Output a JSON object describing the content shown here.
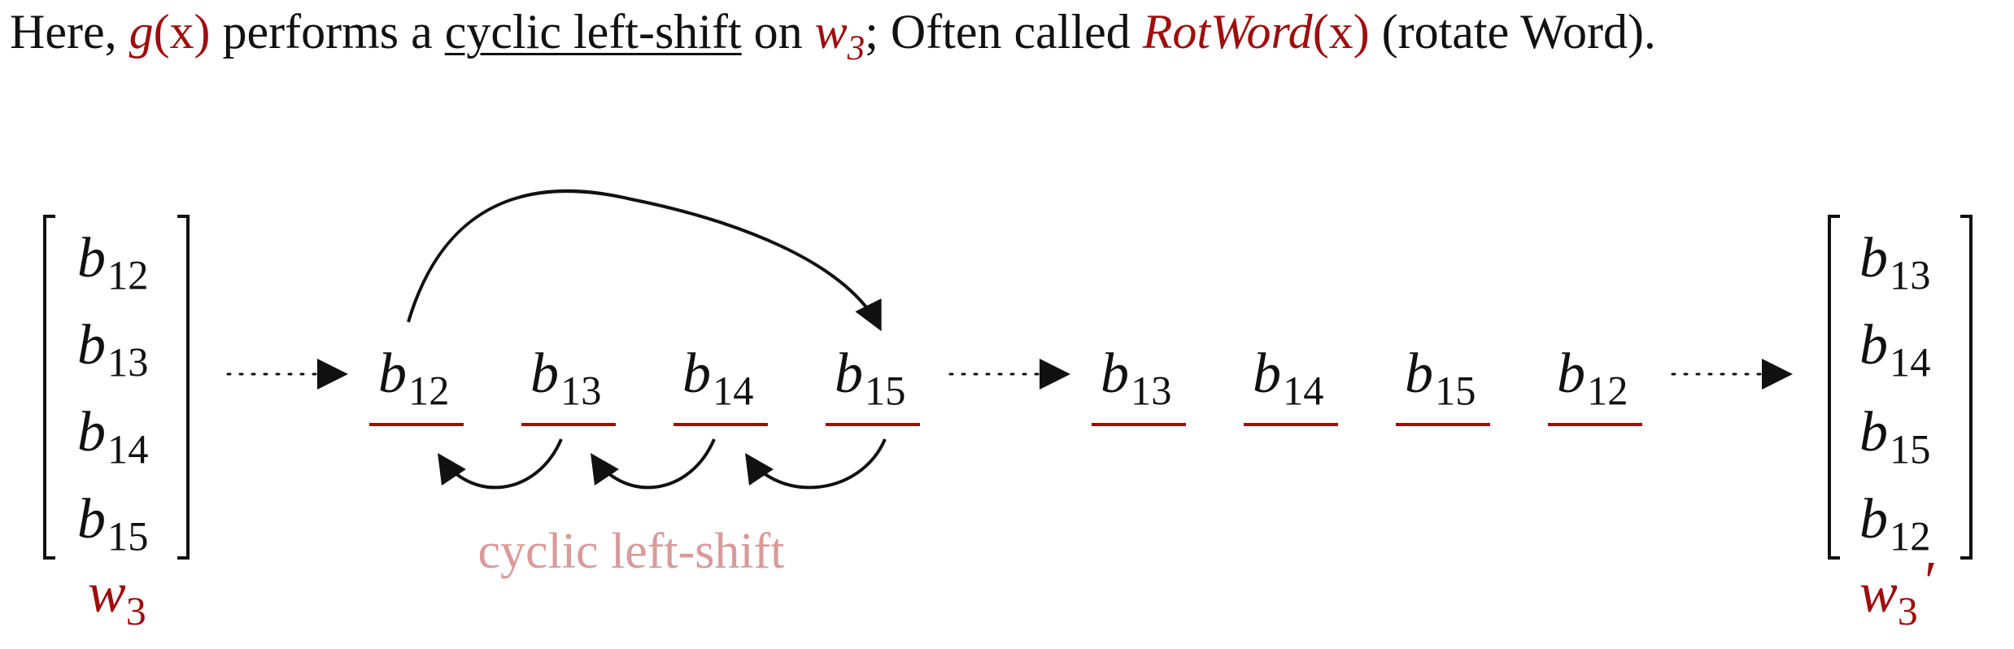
{
  "caption": {
    "t1": "Here, ",
    "g_fn": "g",
    "g_arg": "(x)",
    "t2": " performs a ",
    "link": "cyclic left-shift",
    "t3": " on ",
    "w": "w",
    "w_sub": "3",
    "t4": "; Often called ",
    "rot": "RotWord",
    "rot_arg": "(x)",
    "t5": " (rotate Word)."
  },
  "input_vector": {
    "entries": [
      "12",
      "13",
      "14",
      "15"
    ],
    "label": "w",
    "label_sub": "3"
  },
  "original_row": [
    "12",
    "13",
    "14",
    "15"
  ],
  "shifted_row": [
    "13",
    "14",
    "15",
    "12"
  ],
  "output_vector": {
    "entries": [
      "13",
      "14",
      "15",
      "12"
    ],
    "label": "w",
    "label_sub": "3",
    "label_prime": "′"
  },
  "shift_label": "cyclic left-shift",
  "byte_letter": "b",
  "colors": {
    "accent": "#a00d0d",
    "shift_label": "#d99a9a",
    "ink": "#111111"
  }
}
